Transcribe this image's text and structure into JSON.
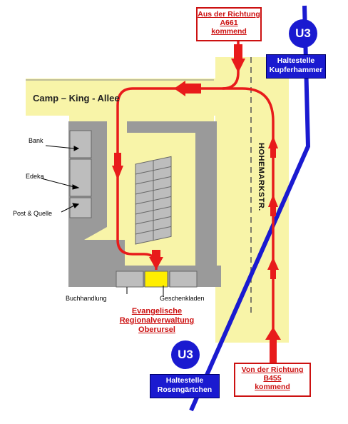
{
  "streets": {
    "camp_king_allee": "Camp – King - Allee",
    "hohemarkstr": "HOHEMARKSTR."
  },
  "shops": {
    "bank": "Bank",
    "edeka": "Edeka",
    "post_quelle": "Post & Quelle",
    "buchhandlung": "Buchhandlung",
    "geschenkladen": "Geschenkladen"
  },
  "destination": {
    "line1": "Evangelische",
    "line2": "Regionalverwaltung",
    "line3": "Oberursel"
  },
  "access_top": {
    "line1": "Aus der Richtung",
    "line2": "A661",
    "line3": "kommend"
  },
  "access_bottom": {
    "line1": "Von der Richtung",
    "line2": "B455",
    "line3": "kommend"
  },
  "subway": {
    "line": "U3",
    "stop_top_line1": "Haltestelle",
    "stop_top_line2": "Kupferhammer",
    "stop_bottom_line1": "Haltestelle",
    "stop_bottom_line2": "Rosengärtchen"
  },
  "colors": {
    "route": "#e81b1b",
    "subway": "#1a1ad0",
    "road": "#f8f4a8",
    "building": "#9a9a9a",
    "destination_building": "#ffee00"
  }
}
